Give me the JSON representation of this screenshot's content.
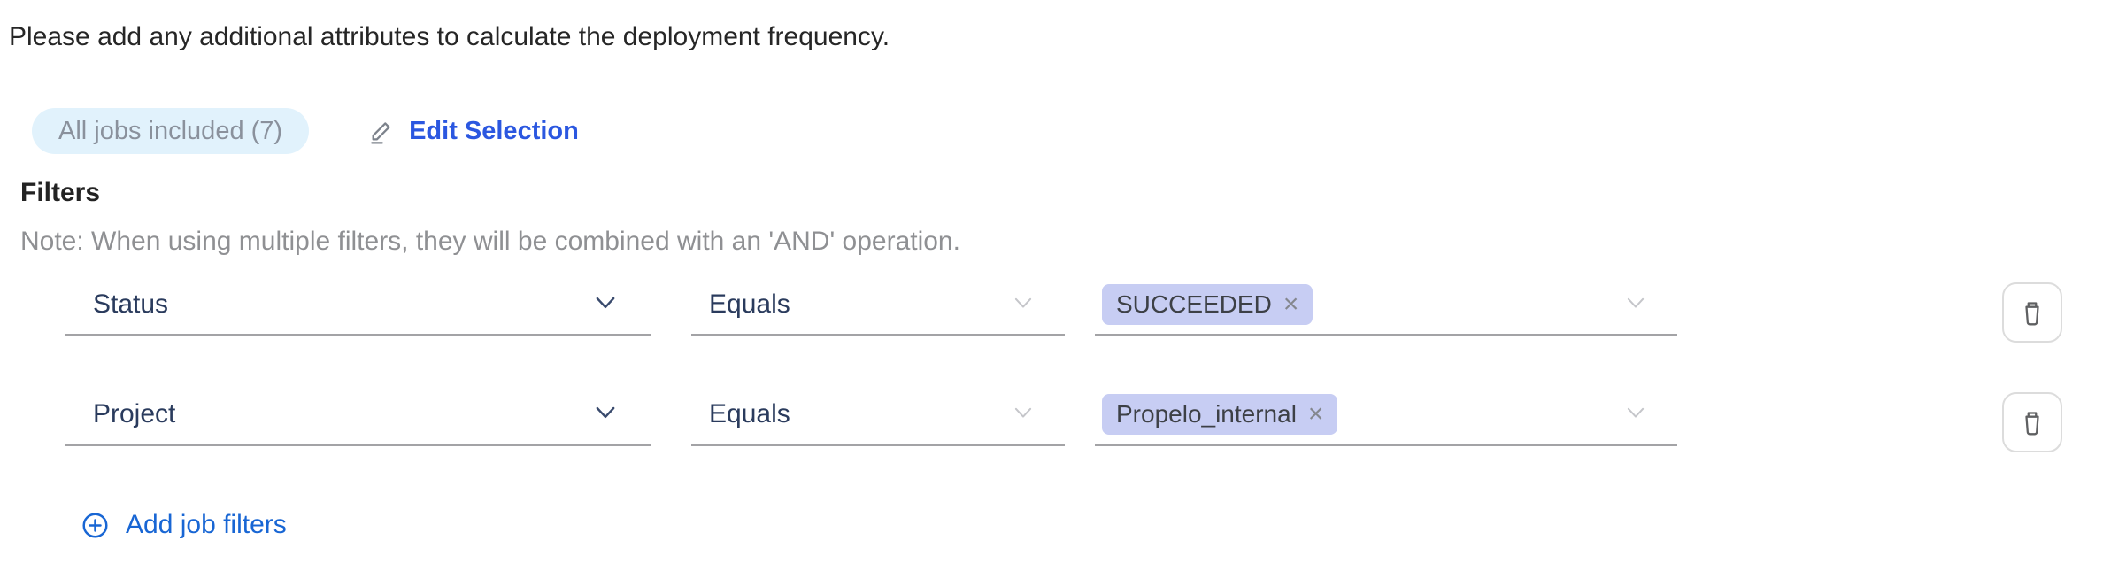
{
  "intro_text": "Please add any additional attributes to calculate the deployment frequency.",
  "jobs": {
    "pill_label": "All jobs included (7)",
    "edit_label": "Edit Selection"
  },
  "filters": {
    "heading": "Filters",
    "note": "Note: When using multiple filters, they will be combined with an 'AND' operation.",
    "add_label": "Add job filters",
    "remove_glyph": "×",
    "rows": [
      {
        "attribute": "Status",
        "operator": "Equals",
        "values": [
          "SUCCEEDED"
        ]
      },
      {
        "attribute": "Project",
        "operator": "Equals",
        "values": [
          "Propelo_internal"
        ]
      }
    ]
  },
  "icons": {
    "edit": "pencil-icon",
    "dropdown": "chevron-down-icon",
    "delete": "trash-icon",
    "add": "plus-circle-icon"
  },
  "colors": {
    "edit_link_blue": "#2b57e0",
    "add_link_blue": "#1866d4",
    "pill_bg": "#e1f2fc",
    "pill_text": "#8a919c",
    "tag_bg": "#c7cdf3",
    "tag_text": "#3d4046",
    "tag_remove": "#84878e",
    "field_label_navy": "#2a3b5d",
    "note_gray": "#8f9093",
    "underline_gray": "#a3a3a6",
    "chevron_dark": "#394a6d",
    "chevron_light": "#c5c6ca",
    "trash_icon_gray": "#5f6062",
    "trash_border": "#dcdcdc"
  }
}
